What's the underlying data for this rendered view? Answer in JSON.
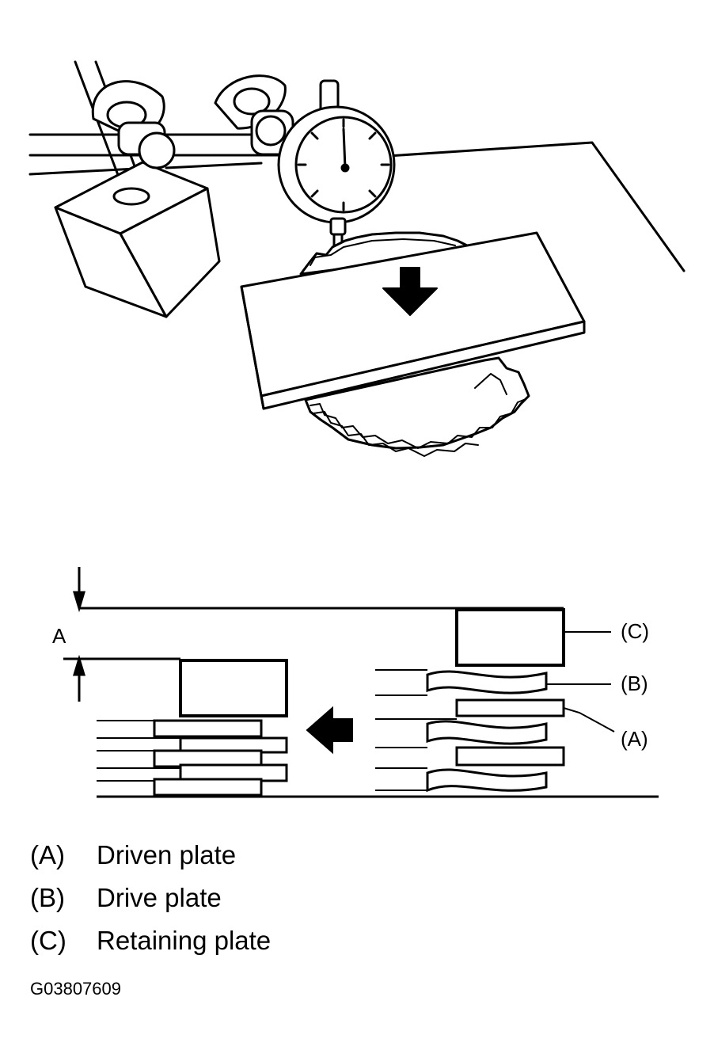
{
  "diagram": {
    "clearance_label": "A",
    "callouts": {
      "c": "(C)",
      "b": "(B)",
      "a": "(A)"
    },
    "icons": [
      "dial-indicator",
      "magnetic-base",
      "press-arrow",
      "clutch-pack"
    ]
  },
  "legend": [
    {
      "key": "(A)",
      "text": "Driven plate"
    },
    {
      "key": "(B)",
      "text": "Drive plate"
    },
    {
      "key": "(C)",
      "text": "Retaining plate"
    }
  ],
  "figure_id": "G03807609"
}
